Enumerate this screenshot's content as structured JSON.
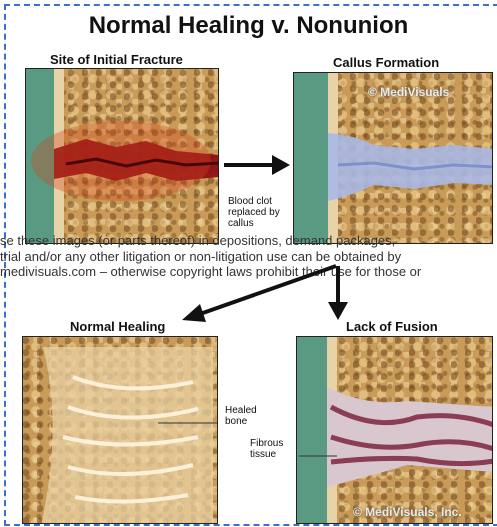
{
  "title": "Normal Healing v. Nonunion",
  "panels": {
    "initial_fracture": {
      "label": "Site of Initial Fracture"
    },
    "callus_formation": {
      "label": "Callus Formation",
      "copyright": "© MediVisuals"
    },
    "normal_healing": {
      "label": "Normal Healing",
      "annotation": {
        "line1": "Healed",
        "line2": "bone"
      }
    },
    "lack_of_fusion": {
      "label": "Lack of Fusion",
      "annotation": {
        "line1": "Fibrous",
        "line2": "tissue"
      },
      "copyright": "© MediVisuals, Inc."
    }
  },
  "arrow_caption": {
    "line1": "Blood clot",
    "line2": "replaced by",
    "line3": "callus"
  },
  "watermark": {
    "line1": "se these images (or parts thereof) in depositions, demand packages,",
    "line2": " trial and/or any other litigation or non-litigation use can be obtained by",
    "line3": "medivisuals.com – otherwise copyright laws prohibit their use for those or"
  },
  "colors": {
    "bone": "#c99b58",
    "marrow": "#5a9a82",
    "blood_clot": "#8e0f14",
    "callus": "#aab8e6",
    "fibrous": "#8a3d55",
    "border_dash": "#3b6fc9"
  }
}
